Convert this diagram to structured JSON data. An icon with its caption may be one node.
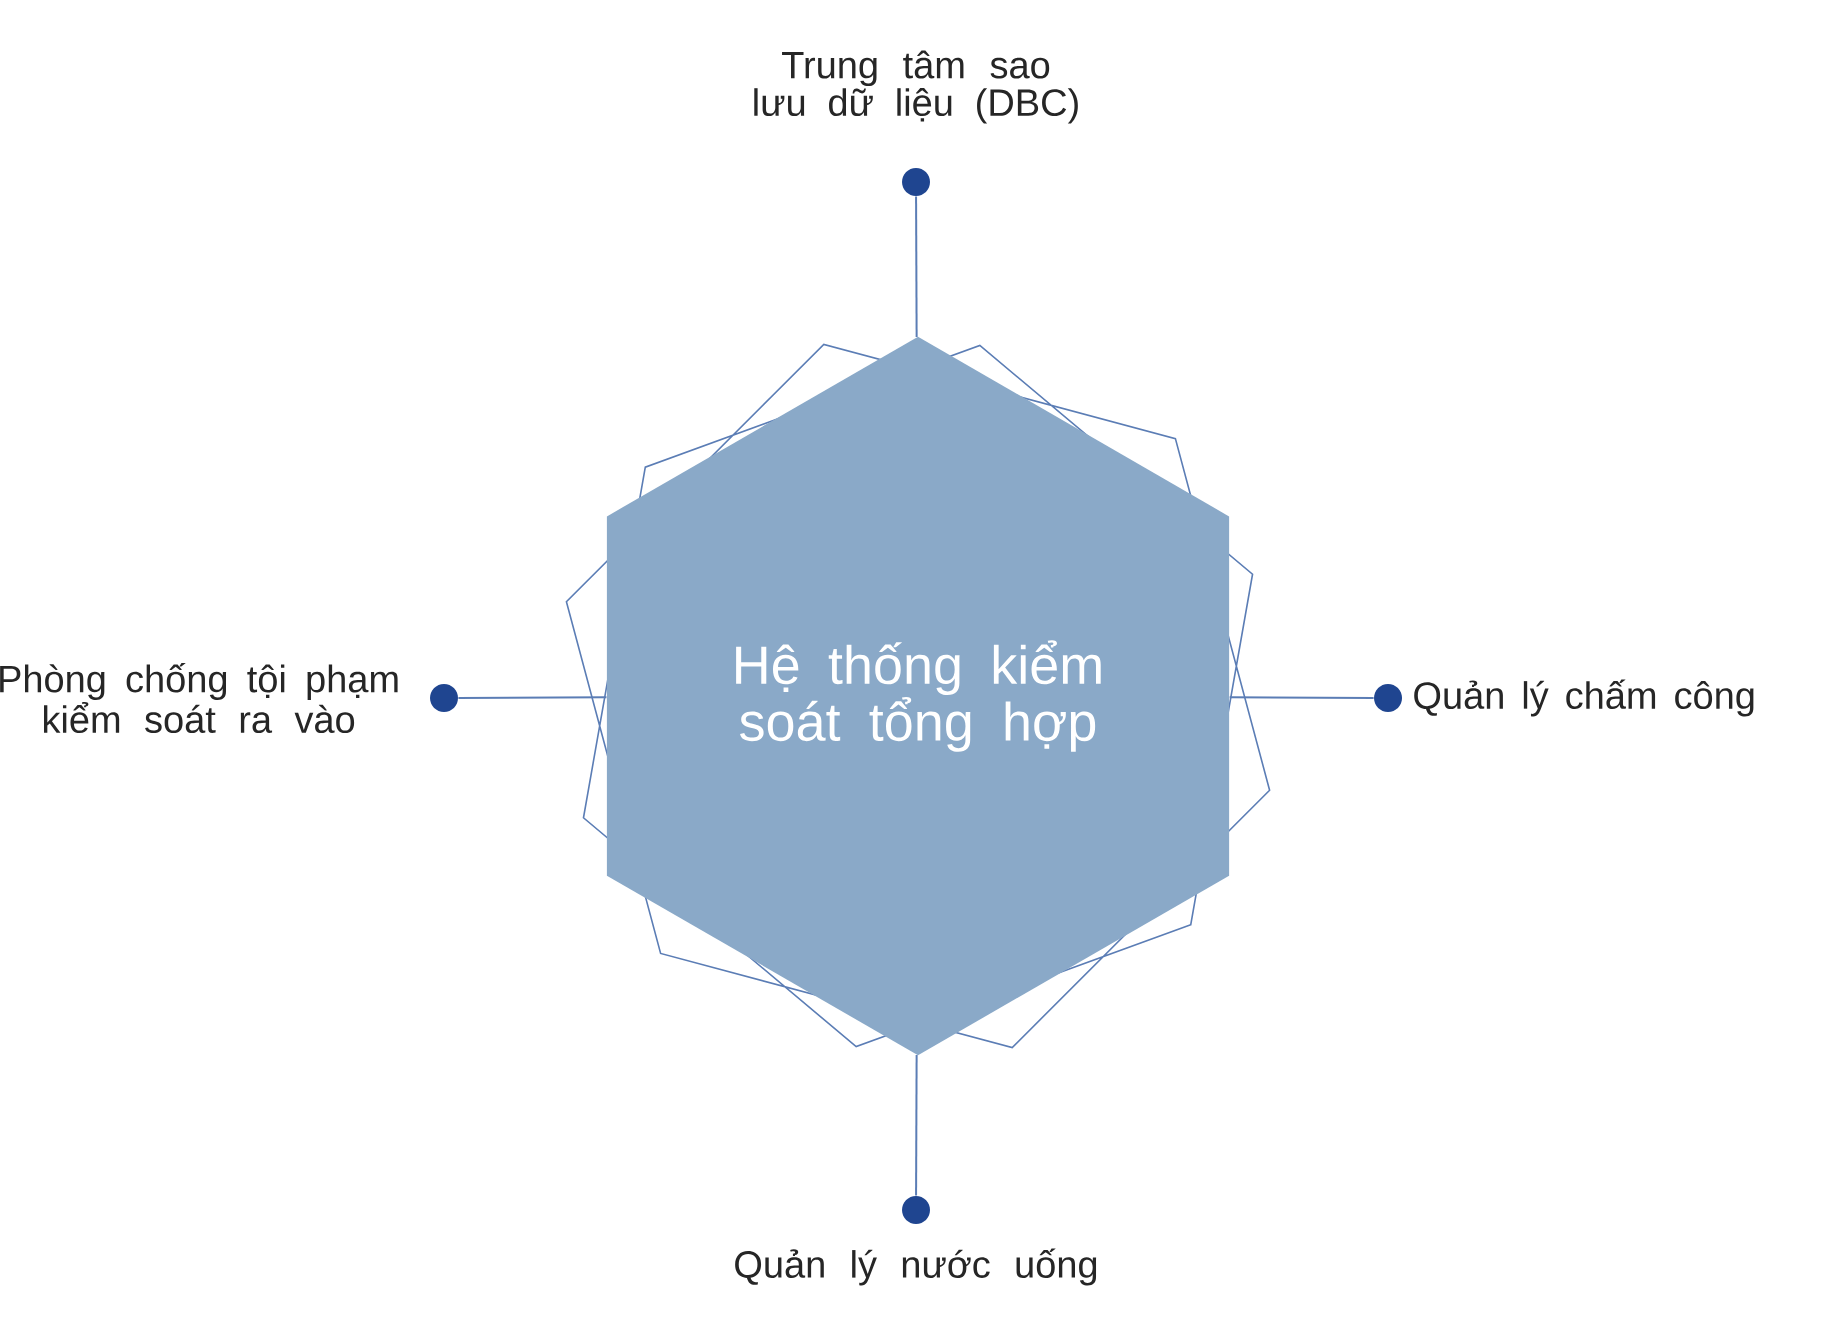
{
  "diagram": {
    "nodes": [
      {
        "text": [
          "Hệ thống kiểm soát tổng hợp"
        ]
      },
      {
        "text": [],
        "shape": "circle",
        "beside": [
          "Trung tâm sao lưu dữ liệu (DBC)"
        ]
      },
      {
        "text": [],
        "shape": "circle",
        "beside": [
          "Phòng chống tội phạm kiểm soát ra vào"
        ]
      },
      {
        "text": [],
        "shape": "circle",
        "beside": [
          "Quản lý chấm công"
        ]
      },
      {
        "text": [],
        "shape": "circle",
        "beside": [
          "Quản lý nước uống"
        ]
      }
    ],
    "edges": [
      {
        "from": 0,
        "to": 1,
        "arrow": "none"
      },
      {
        "from": 0,
        "to": 2,
        "arrow": "none"
      },
      {
        "from": 0,
        "to": 3,
        "arrow": "none"
      },
      {
        "from": 0,
        "to": 4,
        "arrow": "none"
      }
    ]
  }
}
